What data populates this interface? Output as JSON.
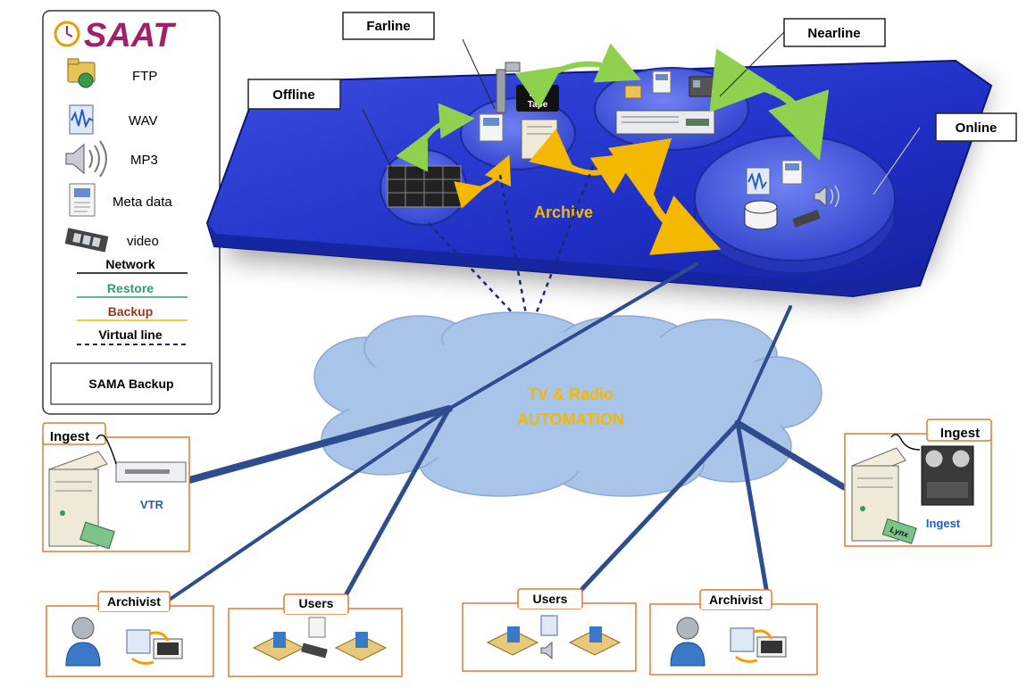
{
  "legend": {
    "logo_text": "SAAT",
    "items": [
      {
        "label": "FTP",
        "icon": "folder-globe-icon"
      },
      {
        "label": "WAV",
        "icon": "audio-wave-file-icon"
      },
      {
        "label": "MP3",
        "icon": "speaker-icon"
      },
      {
        "label": "Meta data",
        "icon": "document-icon"
      },
      {
        "label": "video",
        "icon": "film-strip-icon"
      }
    ],
    "lines": [
      {
        "label": "Network",
        "color": "#000000",
        "text_color": "#000000"
      },
      {
        "label": "Restore",
        "color": "#2e9e6b",
        "text_color": "#2e9e6b"
      },
      {
        "label": "Backup",
        "color": "#f5b800",
        "text_color": "#a0341a"
      },
      {
        "label": "Virtual line",
        "color": "#1a2a6e",
        "text_color": "#000000"
      }
    ],
    "sama_backup": "SAMA Backup"
  },
  "archive": {
    "label": "Archive",
    "tiers": {
      "offline": "Offline",
      "farline": "Farline",
      "nearline": "Nearline",
      "online": "Online"
    },
    "lto_tape": "LTO Tape"
  },
  "cloud": {
    "line1": "TV & Radio",
    "line2": "AUTOMATION"
  },
  "clients": {
    "ingest_left": {
      "title": "Ingest",
      "sub": "VTR"
    },
    "ingest_right": {
      "title": "Ingest",
      "sub": "Ingest",
      "brand": "Lynx"
    },
    "archivist_left": {
      "title": "Archivist"
    },
    "users_left": {
      "title": "Users"
    },
    "users_right": {
      "title": "Users"
    },
    "archivist_right": {
      "title": "Archivist"
    }
  },
  "colors": {
    "platform": "#2233cc",
    "network_line": "#2e4d8f",
    "cloud": "#a8c4e8",
    "box_border": "#e07a30",
    "archive_text": "#f5b800",
    "cloud_text": "#f5b800",
    "restore_arrow": "#8fd14f",
    "backup_arrow": "#f5b800"
  }
}
